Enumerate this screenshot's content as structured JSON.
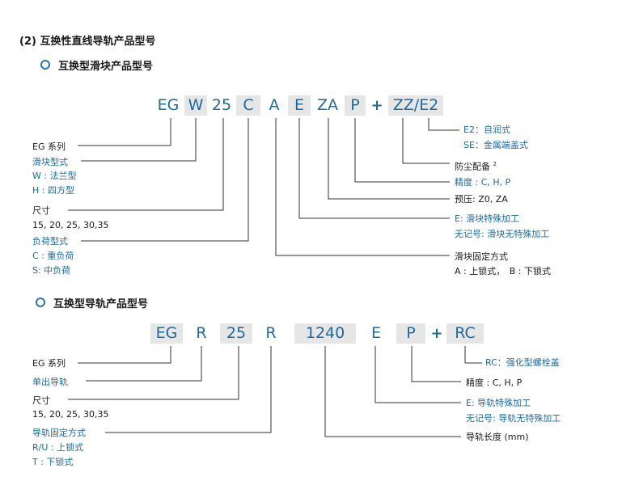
{
  "section_heading": "(2) 互换性直线导轨产品型号",
  "block_model": {
    "title": "互换型滑块产品型号",
    "codes": [
      {
        "text": "EG",
        "shaded": false
      },
      {
        "text": "W",
        "shaded": true
      },
      {
        "text": "25",
        "shaded": false
      },
      {
        "text": "C",
        "shaded": true
      },
      {
        "text": "A",
        "shaded": false
      },
      {
        "text": "E",
        "shaded": true
      },
      {
        "text": "ZA",
        "shaded": false
      },
      {
        "text": "P",
        "shaded": true
      },
      {
        "text": "+",
        "shaded": false
      },
      {
        "text": "ZZ/E2",
        "shaded": true
      }
    ],
    "left_labels": {
      "series": "EG 系列",
      "block_type": "滑块型式",
      "block_type_w": "W : 法兰型",
      "block_type_h": "H : 四方型",
      "size": "尺寸",
      "size_values": "15, 20, 25, 30,35",
      "load_type": "负荷型式",
      "load_c": "C : 重负荷",
      "load_s": "S: 中负荷"
    },
    "right_labels": {
      "e2": "E2：自润式",
      "se": "SE：金属端盖式",
      "dust": "防尘配备",
      "dust_note": "2",
      "accuracy": "精度 : C, H, P",
      "preload": "预压: Z0, ZA",
      "special": "E: 滑块特殊加工",
      "no_mark": "无记号: 滑块无特殊加工",
      "mounting": "滑块固定方式",
      "mounting_values": "A : 上锁式，　B : 下锁式"
    }
  },
  "rail_model": {
    "title": "互换型导轨产品型号",
    "codes": [
      {
        "text": "EG",
        "shaded": true
      },
      {
        "text": "R",
        "shaded": false
      },
      {
        "text": "25",
        "shaded": true
      },
      {
        "text": "R",
        "shaded": false
      },
      {
        "text": "1240",
        "shaded": true
      },
      {
        "text": "E",
        "shaded": false
      },
      {
        "text": "P",
        "shaded": true
      },
      {
        "text": "+",
        "shaded": false
      },
      {
        "text": "RC",
        "shaded": true
      }
    ],
    "left_labels": {
      "series": "EG 系列",
      "single_rail": "单出导轨",
      "size": "尺寸",
      "size_values": "15, 20, 25, 30,35",
      "rail_mounting": "导轨固定方式",
      "mount_ru": "R/U : 上锁式",
      "mount_t": "T : 下锁式"
    },
    "right_labels": {
      "rc": "RC：强化型螺栓盖",
      "accuracy": "精度 : C, H, P",
      "special": "E: 导轨特殊加工",
      "no_mark": "无记号: 导轨无特殊加工",
      "length": "导轨长度 (mm)"
    }
  }
}
